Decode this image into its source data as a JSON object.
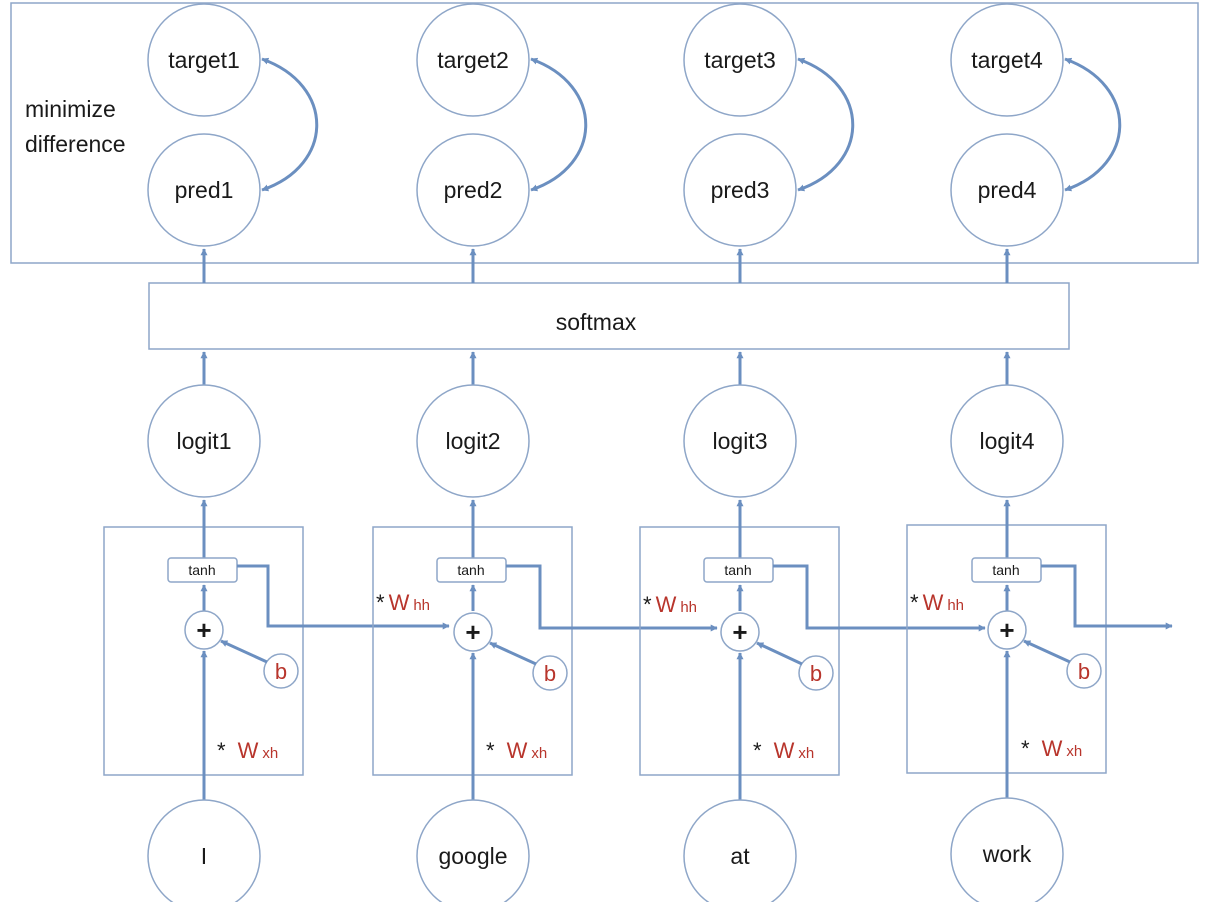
{
  "top_box": {
    "label_line1": "minimize",
    "label_line2": "difference"
  },
  "softmax": {
    "label": "softmax"
  },
  "columns": [
    {
      "target": "target1",
      "pred": "pred1",
      "logit": "logit1",
      "input": "I"
    },
    {
      "target": "target2",
      "pred": "pred2",
      "logit": "logit2",
      "input": "google"
    },
    {
      "target": "target3",
      "pred": "pred3",
      "logit": "logit3",
      "input": "at"
    },
    {
      "target": "target4",
      "pred": "pred4",
      "logit": "logit4",
      "input": "work"
    }
  ],
  "cell": {
    "activation": "tanh",
    "sum_symbol": "+",
    "bias": "b",
    "input_weight_star": "*",
    "input_weight_main": "W",
    "input_weight_sub": "xh",
    "hidden_weight_star": "*",
    "hidden_weight_main": "W",
    "hidden_weight_sub": "hh"
  },
  "colors": {
    "line": "#6b8fc0",
    "box_border": "#8ea6c8",
    "circle_border": "#8ea6c8",
    "weight_text": "#b8352c",
    "text": "#1a1a1a"
  }
}
